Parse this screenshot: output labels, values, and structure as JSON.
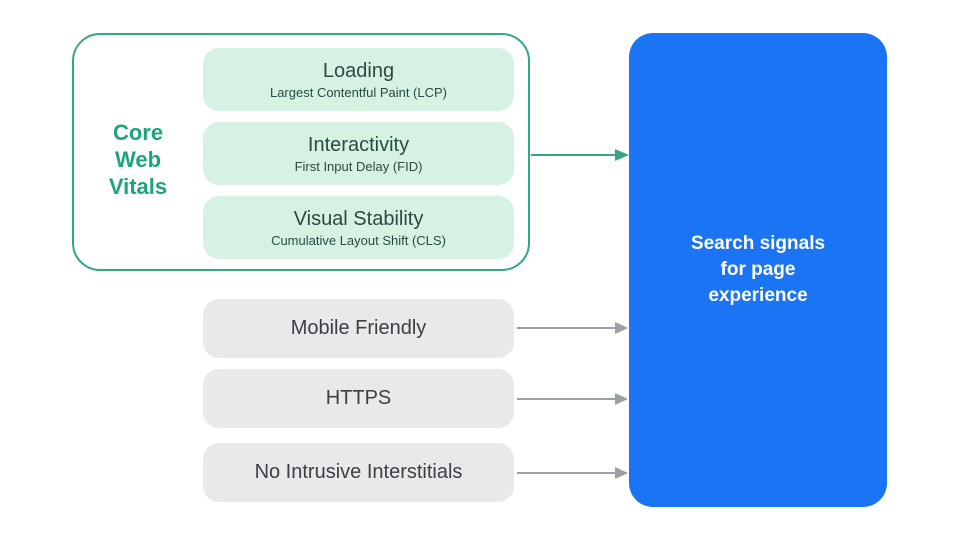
{
  "colors": {
    "green_accent": "#1fa37c",
    "green_border": "#34a684",
    "green_fill": "#d6f2e3",
    "dark_green_text": "#2b4a42",
    "gray_fill": "#e8e9eb",
    "gray_text": "#3c4043",
    "arrow_gray": "#9aa0a6",
    "blue_fill": "#1a74f3"
  },
  "core_web_vitals": {
    "label_lines": [
      "Core",
      "Web",
      "Vitals"
    ],
    "items": [
      {
        "title": "Loading",
        "subtitle": "Largest Contentful Paint (LCP)"
      },
      {
        "title": "Interactivity",
        "subtitle": "First Input Delay (FID)"
      },
      {
        "title": "Visual Stability",
        "subtitle": "Cumulative Layout Shift (CLS)"
      }
    ]
  },
  "other_signals": [
    {
      "label": "Mobile Friendly"
    },
    {
      "label": "HTTPS"
    },
    {
      "label": "No Intrusive Interstitials"
    }
  ],
  "result": {
    "label_lines": [
      "Search signals",
      "for page",
      "experience"
    ]
  }
}
